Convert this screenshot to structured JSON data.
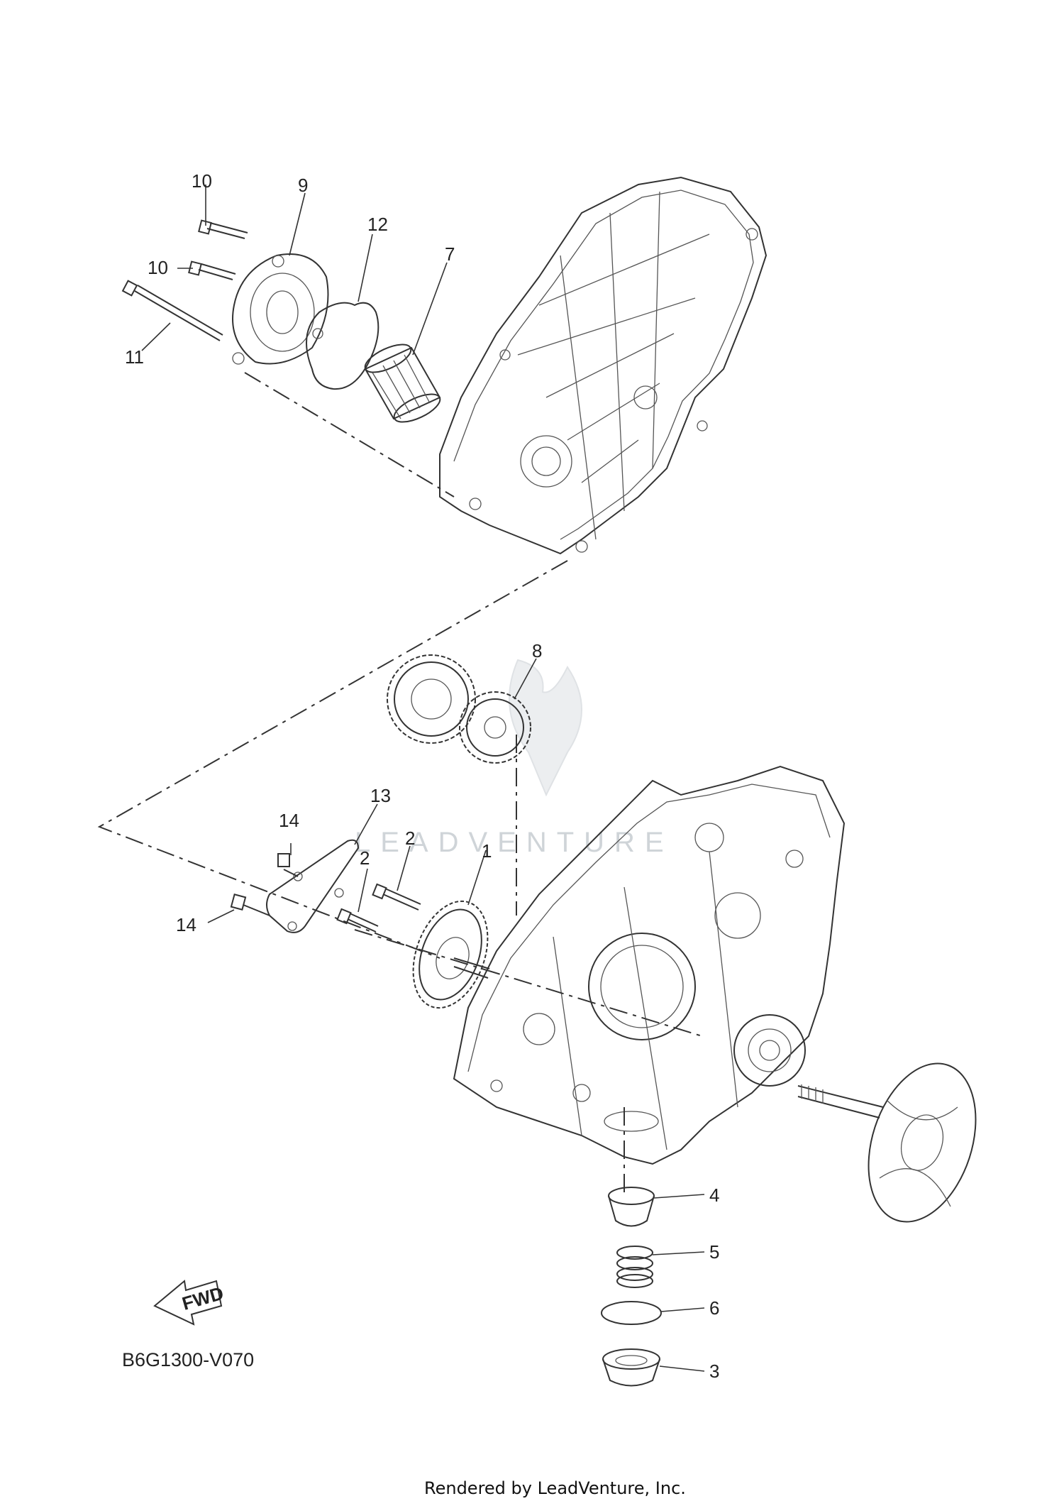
{
  "callouts": {
    "c1": "1",
    "c2a": "2",
    "c2b": "2",
    "c3": "3",
    "c4": "4",
    "c5": "5",
    "c6": "6",
    "c7": "7",
    "c8": "8",
    "c9": "9",
    "c10a": "10",
    "c10b": "10",
    "c11": "11",
    "c12": "12",
    "c13": "13",
    "c14a": "14",
    "c14b": "14"
  },
  "fwd_label": "FWD",
  "diagram_code": "B6G1300-V070",
  "watermark": "LEADVENTURE",
  "footer": "Rendered by LeadVenture, Inc."
}
